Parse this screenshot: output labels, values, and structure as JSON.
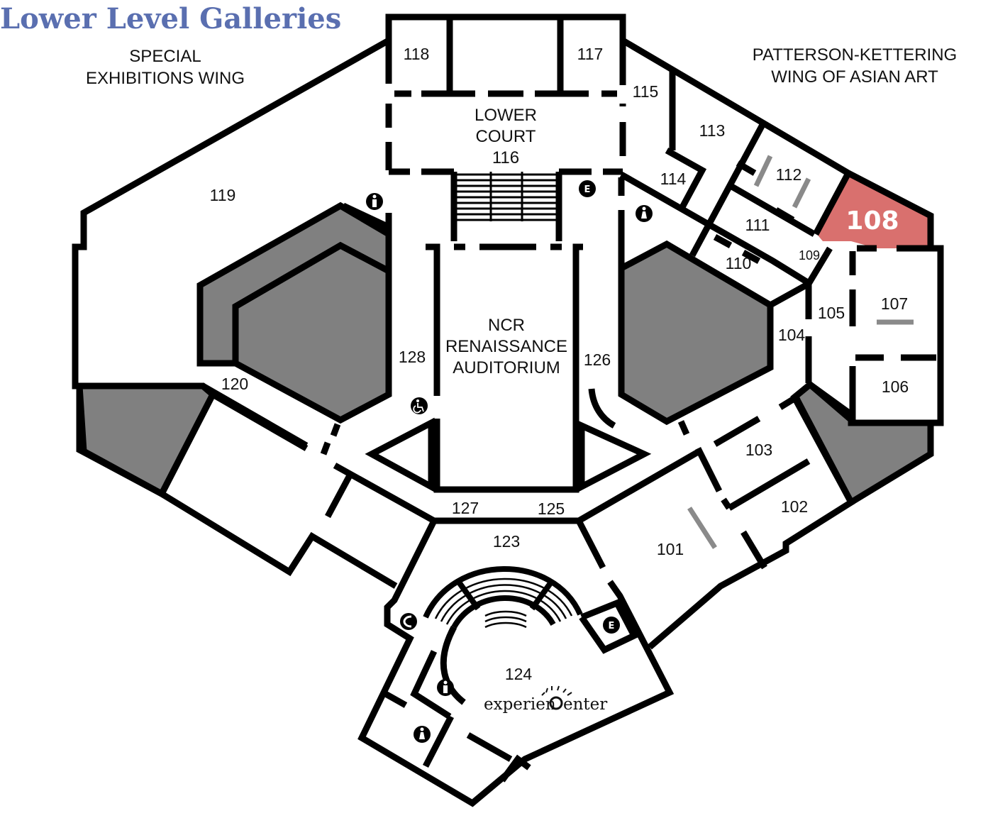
{
  "title": "Lower Level Galleries",
  "colors": {
    "title": "#5a6fb0",
    "highlight": "#d9706e",
    "gray_area": "#808080",
    "bench": "#8a8a8a",
    "wall": "#000000"
  },
  "wings": {
    "special_line1": "SPECIAL",
    "special_line2": "EXHIBITIONS WING",
    "asian_line1": "PATTERSON-KETTERING",
    "asian_line2": "WING OF ASIAN ART"
  },
  "lower_court": {
    "line1": "LOWER",
    "line2": "COURT",
    "number": "116"
  },
  "auditorium": {
    "line1": "NCR",
    "line2": "RENAISSANCE",
    "line3": "AUDITORIUM"
  },
  "highlighted_room": "108",
  "rooms": {
    "r101": "101",
    "r102": "102",
    "r103": "103",
    "r104": "104",
    "r105": "105",
    "r106": "106",
    "r107": "107",
    "r109": "109",
    "r110": "110",
    "r111": "111",
    "r112": "112",
    "r113": "113",
    "r114": "114",
    "r115": "115",
    "r117": "117",
    "r118": "118",
    "r119": "119",
    "r120": "120",
    "r123": "123",
    "r124": "124",
    "r125": "125",
    "r126": "126",
    "r127": "127",
    "r128": "128"
  },
  "icons": {
    "elevator_glyph": "E",
    "elevator": "elevator-icon",
    "restroom_men": "restroom-men-icon",
    "restroom_women": "restroom-women-icon",
    "accessible": "wheelchair-icon",
    "phone": "phone-icon"
  },
  "logo": {
    "part1": "experien",
    "part2": "enter"
  }
}
